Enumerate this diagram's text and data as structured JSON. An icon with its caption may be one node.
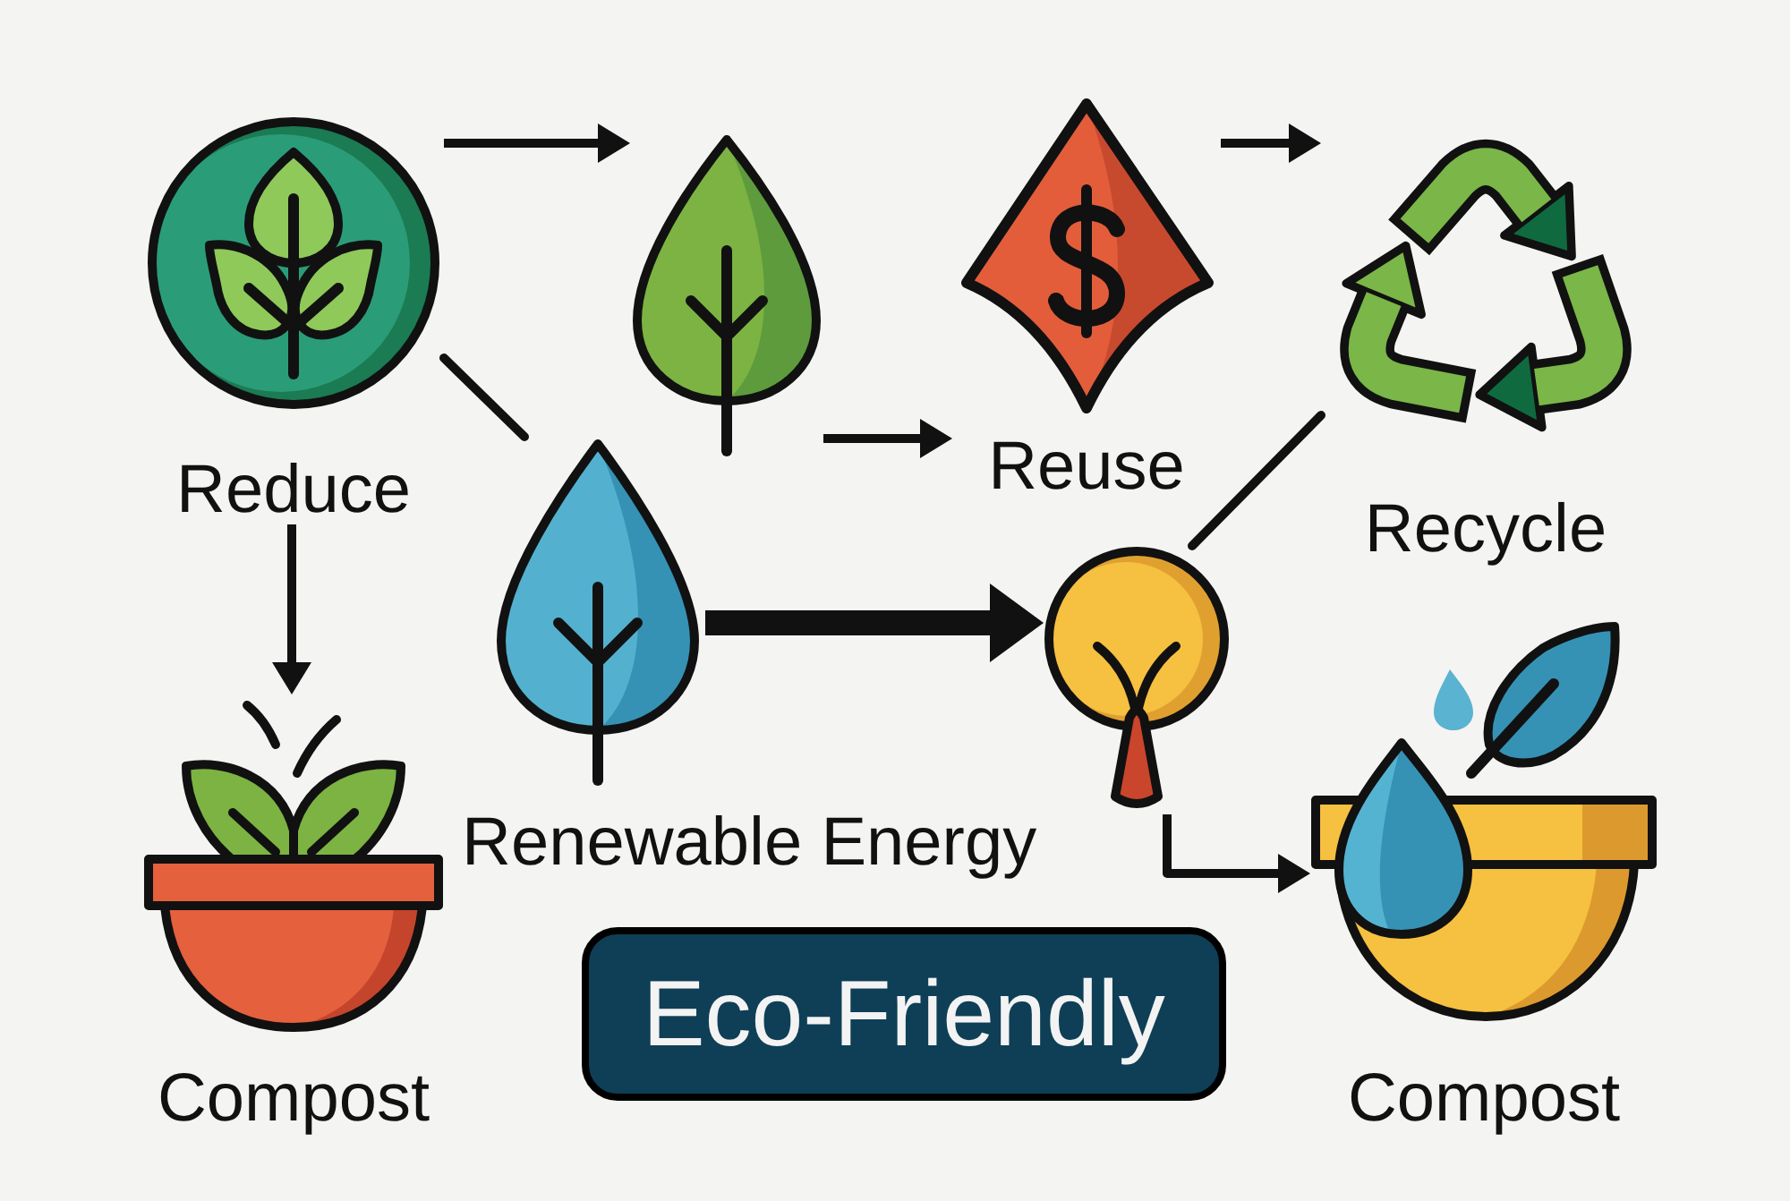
{
  "diagram": {
    "nodes": [
      {
        "text": [
          "Reduce"
        ]
      },
      {
        "text": [],
        "shape": "picture"
      },
      {
        "text": [
          "Reuse"
        ]
      },
      {
        "text": [
          "Recycle"
        ]
      },
      {
        "text": [],
        "shape": "picture",
        "beside": [
          "Renewable Energy"
        ]
      },
      {
        "text": [],
        "shape": "picture"
      },
      {
        "text": [
          "Compost"
        ]
      },
      {
        "text": [
          "Eco-Friendly"
        ]
      },
      {
        "text": [
          "Compost"
        ]
      }
    ],
    "edges": [
      {
        "from": 0,
        "to": 1,
        "arrow": "to"
      },
      {
        "from": 0,
        "to": 4,
        "arrow": "none"
      },
      {
        "from": 1,
        "to": 2,
        "arrow": "to"
      },
      {
        "from": 2,
        "to": 3,
        "arrow": "to"
      },
      {
        "from": 3,
        "to": 5,
        "arrow": "none"
      },
      {
        "from": 0,
        "to": 6,
        "arrow": "to"
      },
      {
        "from": 4,
        "to": 5,
        "arrow": "to",
        "style": "thick"
      },
      {
        "from": 5,
        "to": 8,
        "arrow": "to"
      }
    ]
  }
}
